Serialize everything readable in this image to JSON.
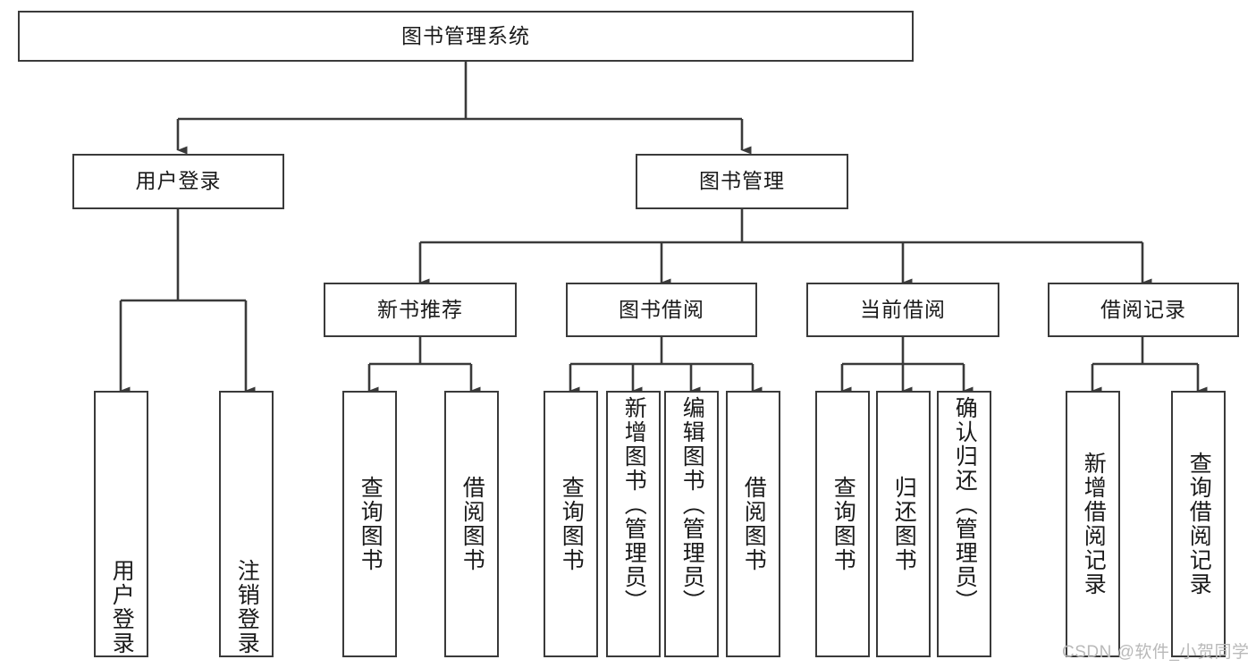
{
  "diagram": {
    "title_node": {
      "label": "图书管理系统"
    },
    "level2": [
      {
        "label": "用户登录"
      },
      {
        "label": "图书管理"
      }
    ],
    "level3": [
      {
        "label": "新书推荐"
      },
      {
        "label": "图书借阅"
      },
      {
        "label": "当前借阅"
      },
      {
        "label": "借阅记录"
      }
    ],
    "leaves": {
      "user_login": [
        {
          "label": "用户登录"
        },
        {
          "label": "注销登录"
        }
      ],
      "new_book_recommend": [
        {
          "label": "查询图书"
        },
        {
          "label": "借阅图书"
        }
      ],
      "book_borrow": [
        {
          "label": "查询图书"
        },
        {
          "label": "新增图书（管理员）"
        },
        {
          "label": "编辑图书（管理员）"
        },
        {
          "label": "借阅图书"
        }
      ],
      "current_borrow": [
        {
          "label": "查询图书"
        },
        {
          "label": "归还图书"
        },
        {
          "label": "确认归还（管理员）"
        }
      ],
      "borrow_records": [
        {
          "label": "新增借阅记录"
        },
        {
          "label": "查询借阅记录"
        }
      ]
    }
  },
  "watermark": {
    "text": "CSDN @软件_小贺同学"
  },
  "colors": {
    "stroke": "#3a3a3a",
    "text": "#1a1a1a",
    "background": "#ffffff",
    "watermark": "#b9b9b9"
  }
}
